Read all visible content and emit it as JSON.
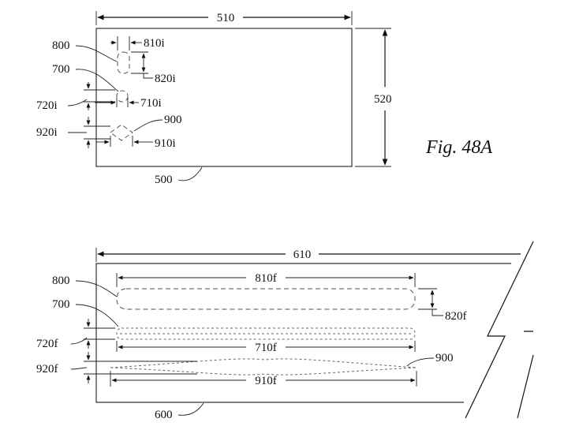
{
  "figure_label": "Fig. 48A",
  "upper": {
    "width_label": "510",
    "height_label": "520",
    "container_label": "500",
    "label_800": "800",
    "label_700": "700",
    "label_810i": "810i",
    "label_820i": "820i",
    "label_720i": "720i",
    "label_710i": "710i",
    "label_920i": "920i",
    "label_900": "900",
    "label_910i": "910i"
  },
  "lower": {
    "width_label": "610",
    "container_label": "600",
    "label_800": "800",
    "label_700": "700",
    "label_810f": "810f",
    "label_820f": "820f",
    "label_720f": "720f",
    "label_710f": "710f",
    "label_920f": "920f",
    "label_900": "900",
    "label_910f": "910f"
  }
}
